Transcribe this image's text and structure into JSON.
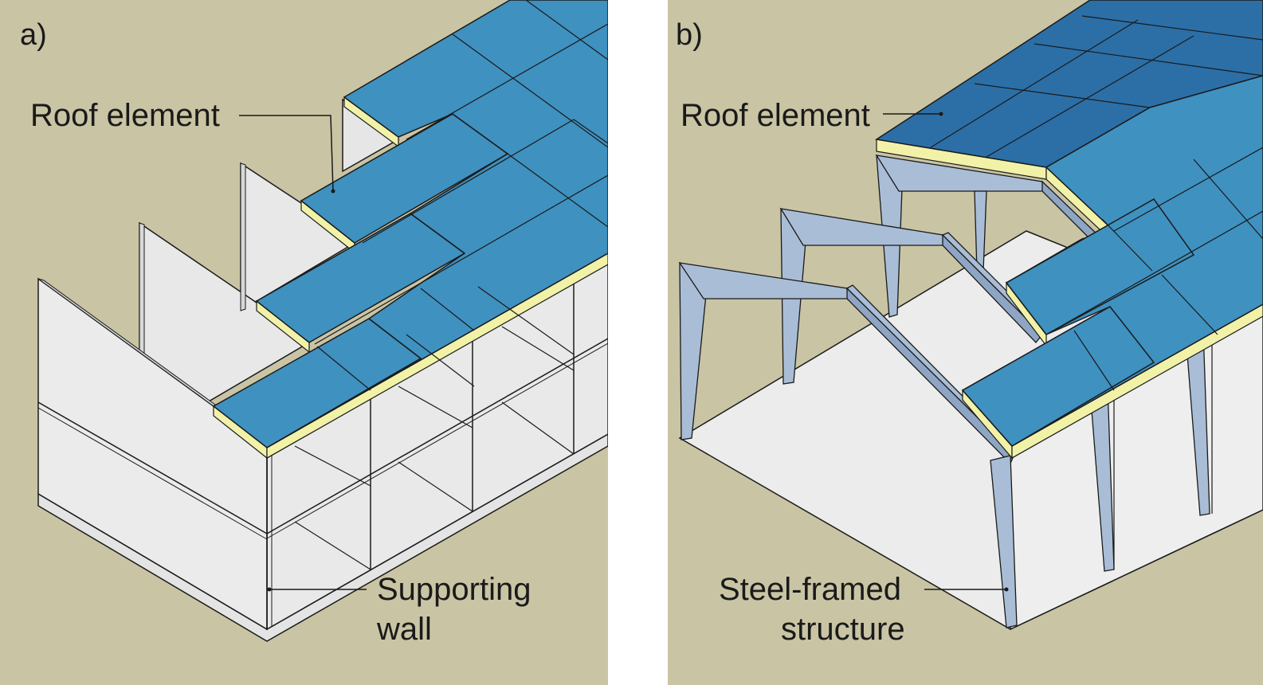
{
  "panels": [
    {
      "letter": "a)",
      "labels": {
        "roof": "Roof element",
        "wall_line1": "Supporting",
        "wall_line2": "wall"
      }
    },
    {
      "letter": "b)",
      "labels": {
        "roof": "Roof element",
        "steel_line1": "Steel-framed",
        "steel_line2": "structure"
      }
    }
  ],
  "colors": {
    "background": "#c9c4a4",
    "roof": "#3f91c0",
    "roof_dark": "#2c6fa7",
    "insulation": "#f1f2a8",
    "wall": "#ebebeb",
    "wall_shadow": "#dddddd",
    "steel": "#a9bdd6",
    "steel_dark": "#8ea6c4",
    "outline": "#1a1a1a"
  }
}
